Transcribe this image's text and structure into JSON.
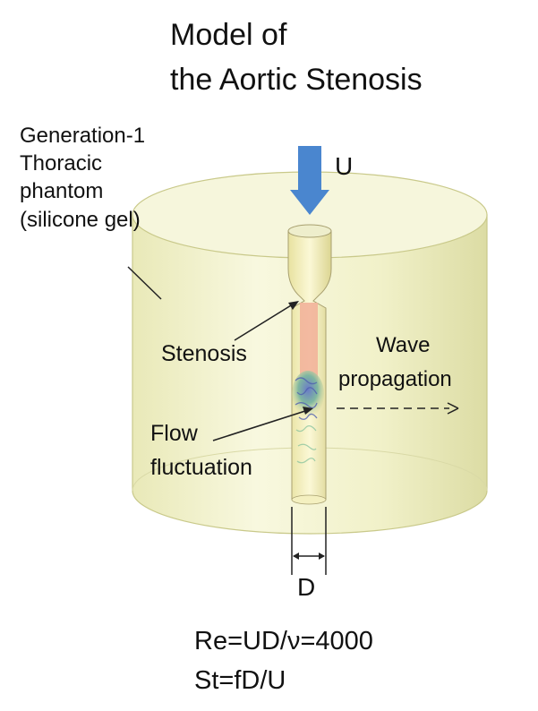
{
  "title": {
    "line1": "Model of",
    "line2": "the Aortic Stenosis"
  },
  "phantom_label": {
    "lines": [
      "Generation-1",
      "Thoracic",
      "phantom",
      "(silicone gel)"
    ]
  },
  "inflow_label": "U",
  "stenosis_label": "Stenosis",
  "wave_label": {
    "line1": "Wave",
    "line2": "propagation"
  },
  "flow_label": {
    "line1": "Flow",
    "line2": "fluctuation"
  },
  "diameter_label": "D",
  "equations": {
    "reynolds": "Re=UD/ν=4000",
    "strouhal": "St=fD/U"
  },
  "colors": {
    "phantom": "#f1f1c8",
    "arrow": "#4a86cf",
    "jet": "#f2b39a",
    "tube": "#f4f0b8"
  }
}
